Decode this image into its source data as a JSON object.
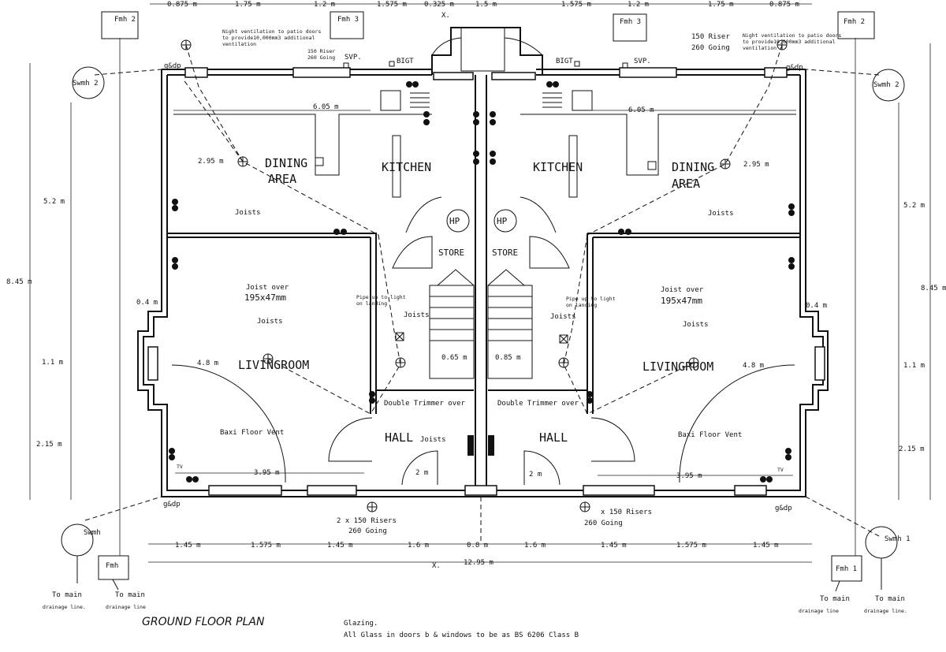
{
  "title": "GROUND FLOOR PLAN",
  "notes": {
    "glazing_heading": "Glazing.",
    "glazing_text": "All Glass in doors b & windows to be as BS 6206 Class B"
  },
  "rooms": {
    "dining_line1": "DINING",
    "dining_line2": "AREA",
    "kitchen": "KITCHEN",
    "store": "STORE",
    "living": "LIVINGROOM",
    "hall": "HALL",
    "hp": "HP"
  },
  "labels": {
    "fmh2": "Fmh 2",
    "fmh3": "Fmh 3",
    "fmh": "Fmh",
    "fmh1": "Fmh 1",
    "swmh2": "Swmh 2",
    "swmh": "Swmh",
    "swmh1": "Swmh 1",
    "svp": "SVP.",
    "bigt": "BIGT",
    "gdp": "g&dp",
    "riser_top_line1": "150 Riser",
    "riser_top_line2": "260 Going",
    "night_vent_line1": "Night ventilation to patio doors",
    "night_vent_line2": "to provide10,000mm3 additional",
    "night_vent_line3": "ventilation",
    "joists": "Joists",
    "joist_over_line1": "Joist over",
    "joist_over_line2": "195x47mm",
    "double_trimmer": "Double Trimmer over",
    "baxi_vent": "Baxi Floor Vent",
    "tv": "TV",
    "pipe_note_line1": "Pipe up to light",
    "pipe_note_line2": "on landing",
    "left_risers_line1": "2 x 150 Risers",
    "left_risers_line2": "260 Going",
    "right_risers_line1": "x 150 Risers",
    "right_risers_line2": "260 Going",
    "to_main_line1": "To main",
    "to_main_line2": "drainage line",
    "to_main_line2_alt": "drainage line.",
    "x_marker": "X."
  },
  "dimensions": {
    "top_1": "0.875 m",
    "top_2": "1.75 m",
    "top_3": "1.2 m",
    "top_4": "1.575 m",
    "top_5": "0.325 m",
    "top_6": "1.5 m",
    "w605": "6.05 m",
    "h295": "2.95 m",
    "h52": "5.2 m",
    "h845": "8.45 m",
    "w04": "0.4 m",
    "h11": "1.1 m",
    "h215": "2.15 m",
    "h215b": "2.15 m",
    "w48": "4.8 m",
    "w395": "3.95 m",
    "w2": "2 m",
    "w065": "0.65 m",
    "w085": "0.85 m",
    "b145": "1.45 m",
    "b1575": "1.575 m",
    "b16": "1.6 m",
    "b08": "0.8 m",
    "total": "12.95 m"
  }
}
